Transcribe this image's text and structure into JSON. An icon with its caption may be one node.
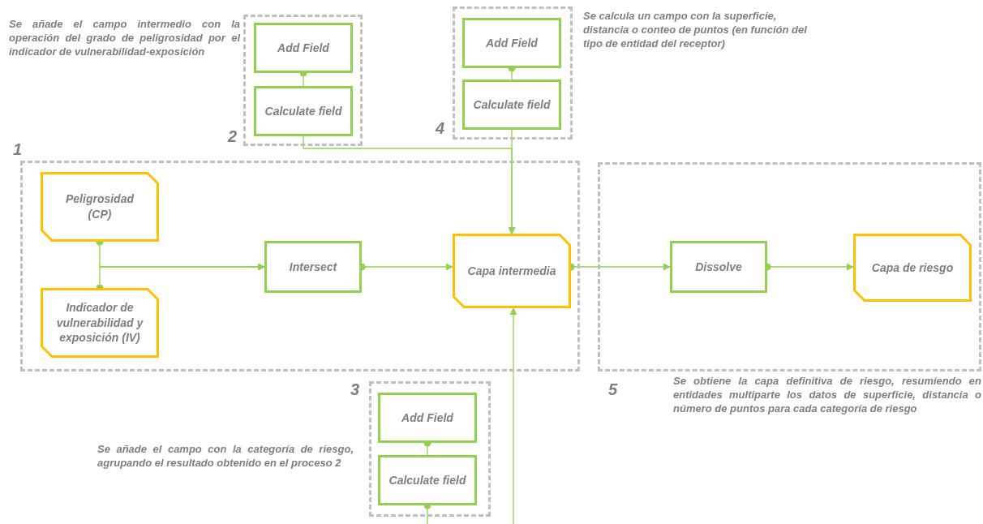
{
  "diagram": {
    "nodes": [
      {
        "text": [
          "2"
        ],
        "beside": [
          "Se añade el campo intermedio con la operación del grado de peligrosidad por el indicador de vulnerabilidad-exposición"
        ]
      },
      {
        "text": [
          "Add Field"
        ],
        "in": 0
      },
      {
        "text": [
          "Calculate field"
        ],
        "in": 0
      },
      {
        "text": [
          "4"
        ],
        "beside": [
          "Se calcula un campo con la superficie, distancia o conteo de puntos (en función del tipo de entidad del receptor)"
        ]
      },
      {
        "text": [
          "Add Field"
        ],
        "in": 3
      },
      {
        "text": [
          "Calculate field"
        ],
        "in": 3
      },
      {
        "text": [
          "1"
        ]
      },
      {
        "text": [
          "Peligrosidad (CP)"
        ],
        "in": 6
      },
      {
        "text": [
          "Intersect"
        ],
        "in": 6
      },
      {
        "text": [
          "Capa intermedia"
        ],
        "in": 6
      },
      {
        "text": [
          "Indicador de vulnerabilidad y exposición (IV)"
        ],
        "in": 6
      },
      {
        "text": [
          "5"
        ],
        "beside": [
          "Se obtiene la capa definitiva de riesgo, resumiendo en entidades multiparte los datos de superficie, distancia o número de puntos para cada categoría de riesgo"
        ]
      },
      {
        "text": [
          "Dissolve"
        ],
        "in": 11
      },
      {
        "text": [
          "Capa de riesgo"
        ],
        "in": 11
      },
      {
        "text": [
          "3"
        ],
        "beside": [
          "Se añade el campo con la categoría de riesgo, agrupando el resultado obtenido en el proceso 2"
        ]
      },
      {
        "text": [
          "Add Field"
        ],
        "in": 14
      },
      {
        "text": [
          "Calculate field"
        ],
        "in": 14
      }
    ],
    "edges": [
      {
        "from": 1,
        "to": 2,
        "arrow": "other"
      },
      {
        "from": 4,
        "to": 5,
        "arrow": "other"
      },
      {
        "from": 7,
        "to": 8,
        "arrow": "to"
      },
      {
        "from": 10,
        "to": 8,
        "arrow": "to"
      },
      {
        "from": 8,
        "to": 9,
        "arrow": "to"
      },
      {
        "from": 2,
        "to": 9,
        "arrow": "to"
      },
      {
        "from": 5,
        "to": 9,
        "arrow": "to"
      },
      {
        "from": 15,
        "to": 16,
        "arrow": "other"
      },
      {
        "from": 16,
        "to": null,
        "arrow": "other"
      },
      {
        "from": null,
        "to": 9,
        "arrow": "to"
      },
      {
        "from": 9,
        "to": 12,
        "arrow": "to"
      },
      {
        "from": 12,
        "to": 13,
        "arrow": "to"
      }
    ]
  }
}
